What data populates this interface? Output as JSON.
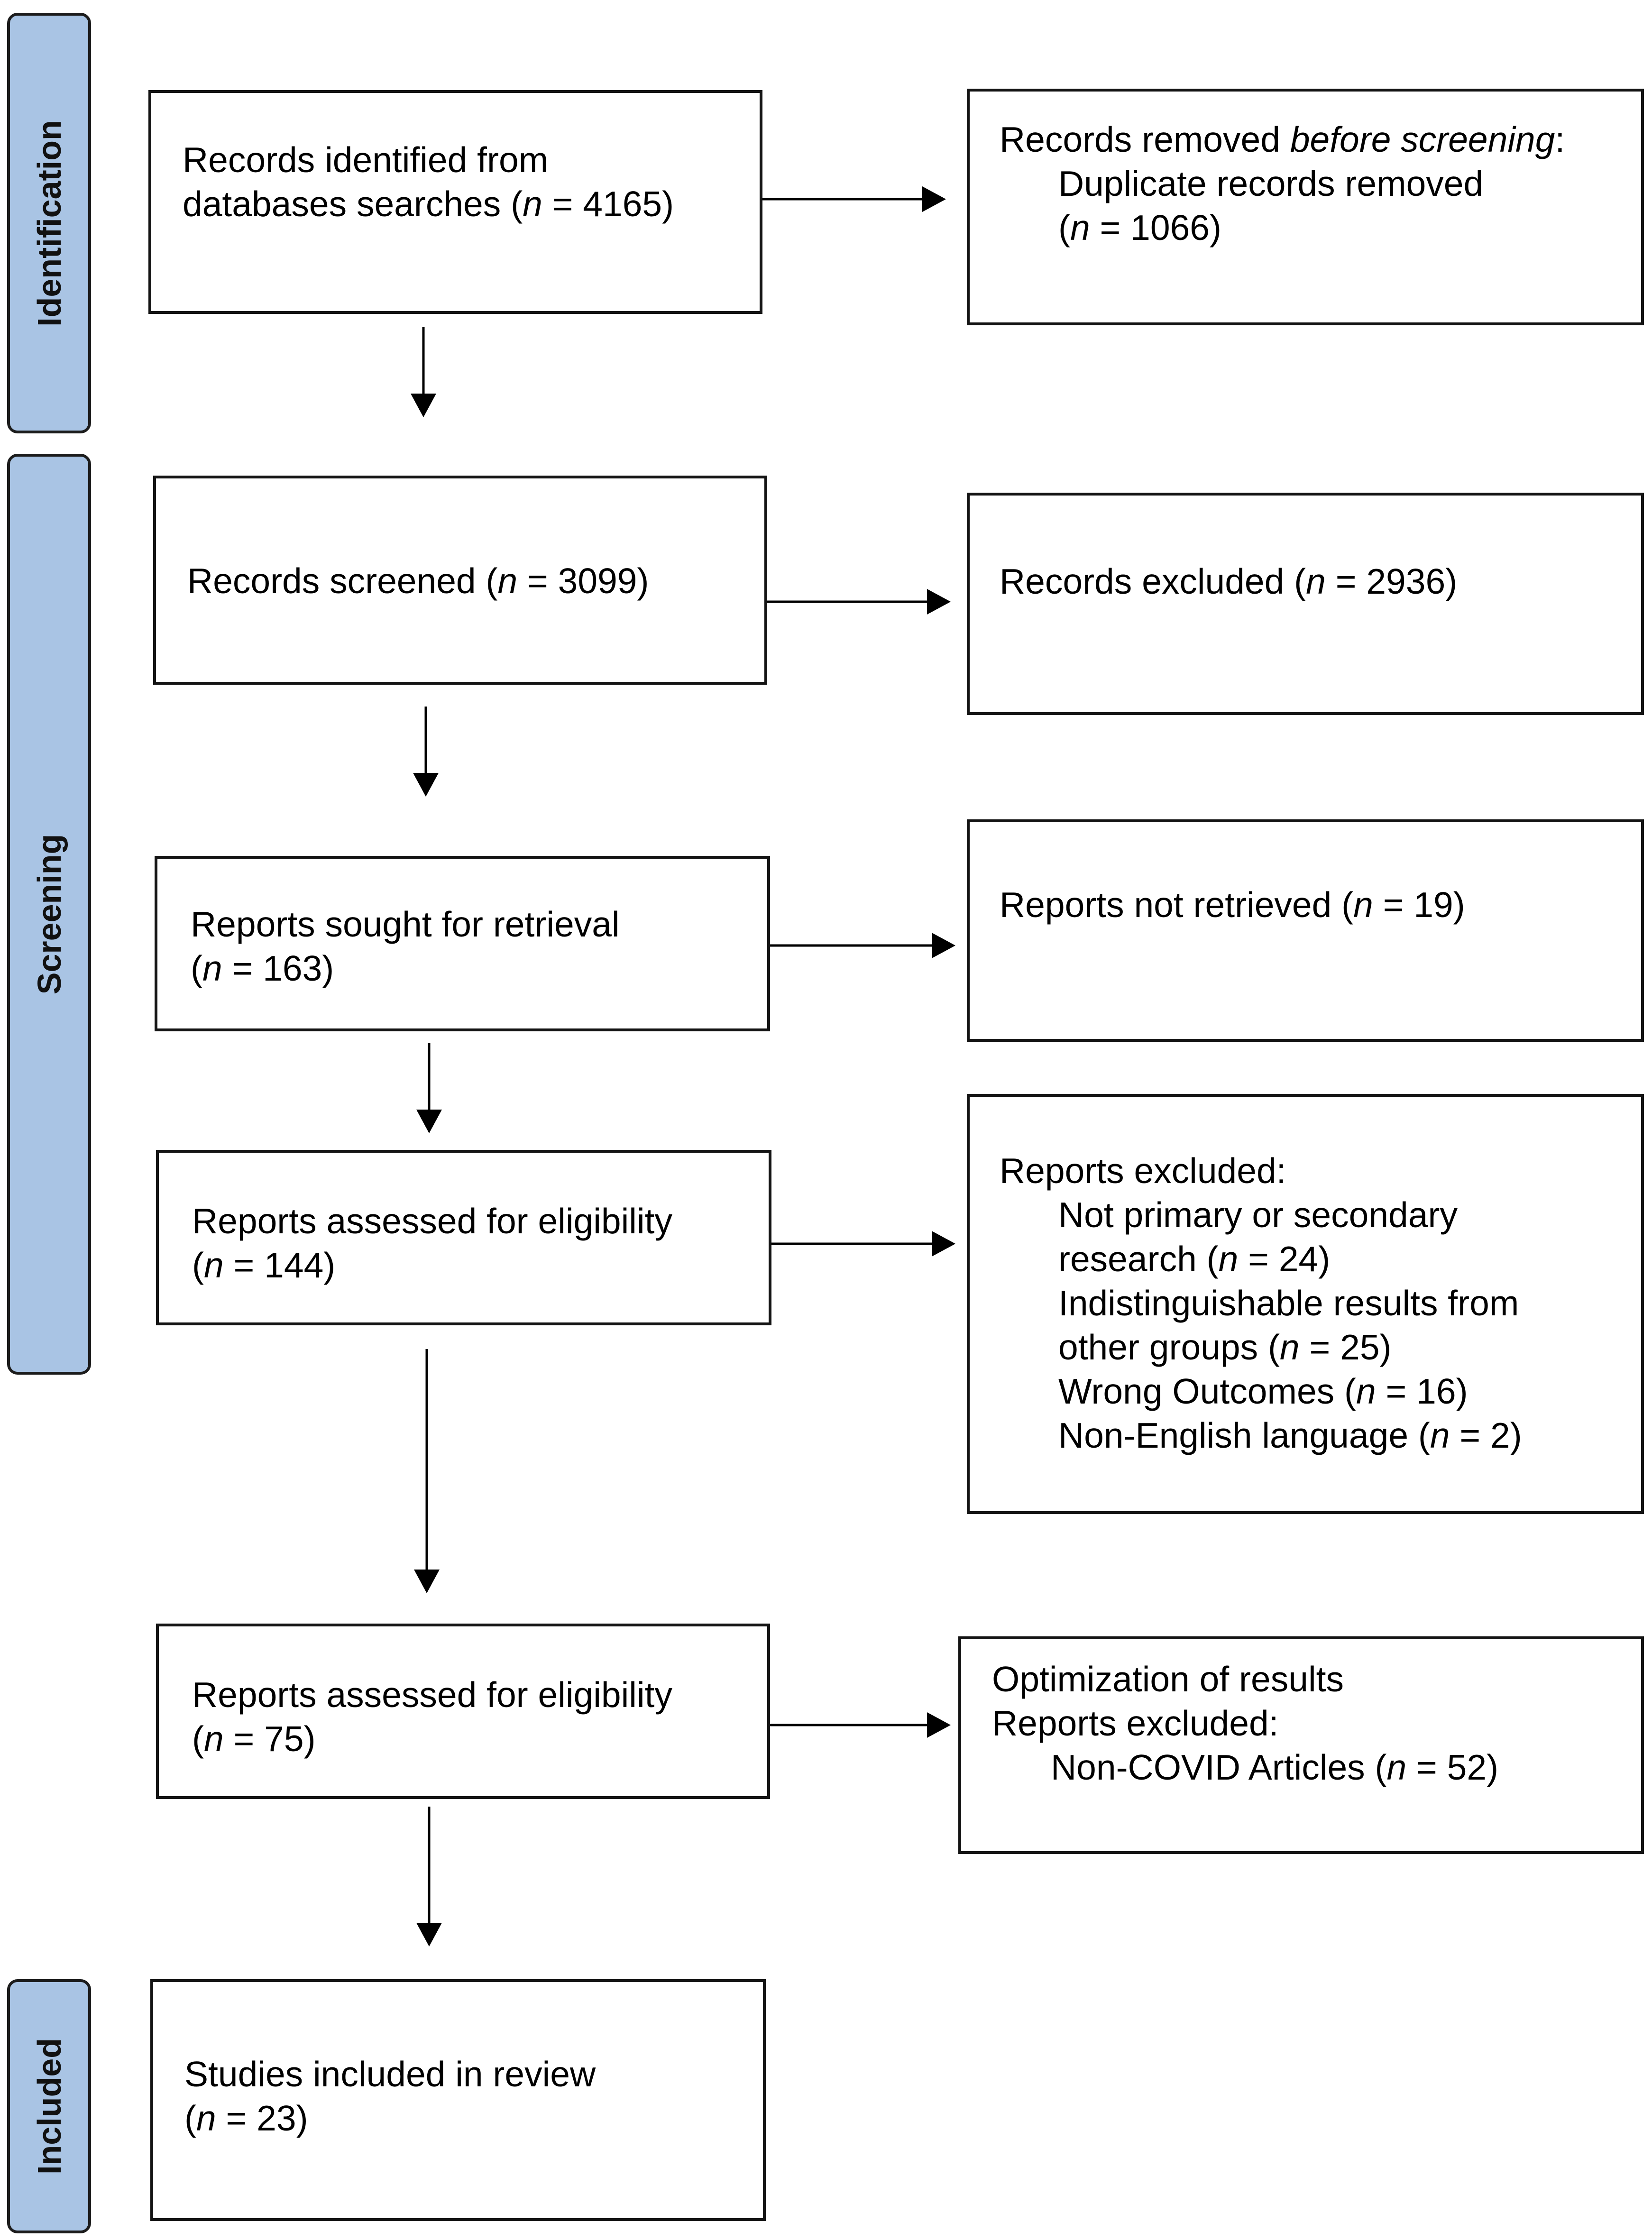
{
  "phases": {
    "identification": "Identification",
    "screening": "Screening",
    "included": "Included"
  },
  "identification": {
    "records_identified": {
      "line1": "Records identified from",
      "line2_prefix": "databases searches (",
      "n_symbol": "n",
      "line2_suffix": " = 4165)"
    },
    "records_removed": {
      "line1_prefix": "Records removed ",
      "line1_italic": "before screening",
      "line1_suffix": ":",
      "line2": "Duplicate records removed",
      "line3_prefix": "(",
      "n_symbol": "n",
      "line3_suffix": " = 1066)"
    }
  },
  "screening": {
    "records_screened": {
      "prefix": "Records screened (",
      "n_symbol": "n",
      "suffix": " = 3099)"
    },
    "records_excluded": {
      "prefix": "Records excluded (",
      "n_symbol": "n",
      "suffix": " = 2936)"
    },
    "reports_sought": {
      "line1": "Reports sought for retrieval",
      "line2_prefix": "(",
      "n_symbol": "n",
      "line2_suffix": " = 163)"
    },
    "reports_not_retrieved": {
      "prefix": "Reports not retrieved (",
      "n_symbol": "n",
      "suffix": " = 19)"
    },
    "reports_assessed_1": {
      "line1": "Reports assessed for eligibility",
      "line2_prefix": "(",
      "n_symbol": "n",
      "line2_suffix": " = 144)"
    },
    "reports_excluded_1": {
      "heading": "Reports excluded:",
      "reasons": [
        {
          "text1": "Not primary or secondary",
          "text2_prefix": "research (",
          "n_symbol": "n",
          "suffix": " = 24)"
        },
        {
          "text1": "Indistinguishable results from",
          "text2_prefix": "other groups (",
          "n_symbol": "n",
          "suffix": " = 25)"
        },
        {
          "text2_prefix": "Wrong Outcomes (",
          "n_symbol": "n",
          "suffix": " = 16)"
        },
        {
          "text2_prefix": "Non-English language (",
          "n_symbol": "n",
          "suffix": " = 2)"
        }
      ]
    },
    "reports_assessed_2": {
      "line1": "Reports assessed for eligibility",
      "line2_prefix": "(",
      "n_symbol": "n",
      "line2_suffix": " = 75)"
    },
    "optimization": {
      "line1": "Optimization of results",
      "line2": "Reports excluded:",
      "line3_prefix": "Non-COVID Articles (",
      "n_symbol": "n",
      "line3_suffix": " = 52)"
    }
  },
  "included": {
    "studies_included": {
      "line1": "Studies included in review",
      "line2_prefix": "(",
      "n_symbol": "n",
      "line2_suffix": " = 23)"
    }
  }
}
